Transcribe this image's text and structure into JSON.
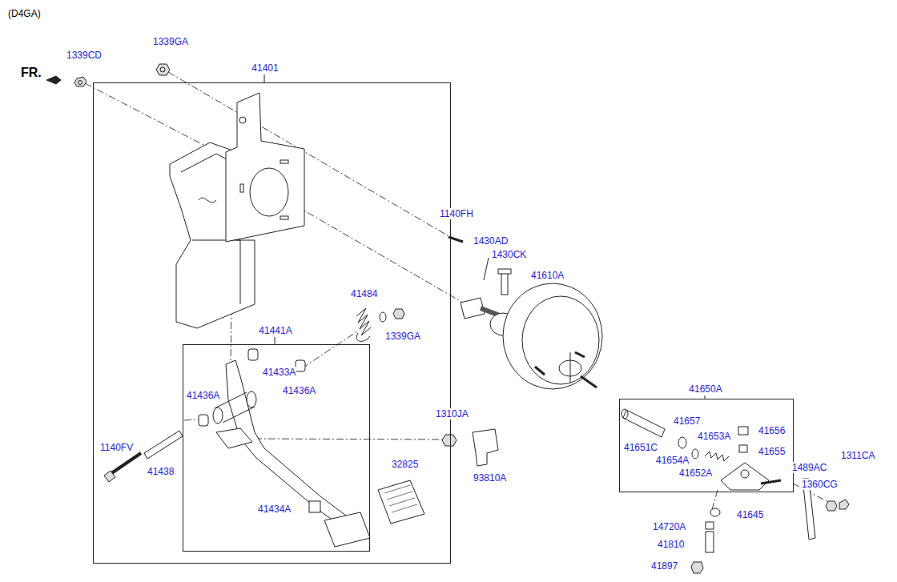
{
  "diagram": {
    "title": "(D4GA)",
    "nodes": [
      {
        "text": [
          "41401"
        ]
      },
      {
        "text": [
          "41441A"
        ],
        "in": 0
      },
      {
        "text": [
          "41650A"
        ]
      }
    ],
    "labels": [
      "FR.",
      "1339CD",
      "1339GA",
      "1140FH",
      "1430AD",
      "1430CK",
      "41610A",
      "41484",
      "1339GA",
      "41433A",
      "41436A",
      "41436A",
      "1310JA",
      "1140FV",
      "41438",
      "32825",
      "93810A",
      "41434A",
      "41657",
      "41656",
      "41651C",
      "41653A",
      "41655",
      "41654A",
      "41652A",
      "1489AC",
      "1311CA",
      "1360CG",
      "41645",
      "14720A",
      "41810",
      "41897"
    ]
  }
}
